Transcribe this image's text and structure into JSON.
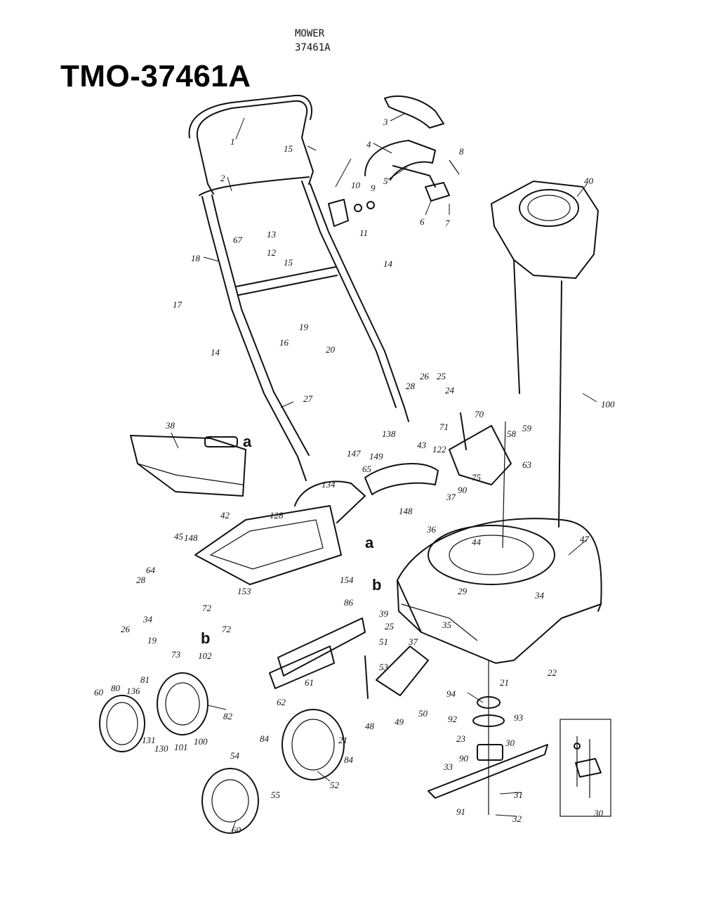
{
  "header": {
    "line1": "MOWER",
    "line2": "37461A"
  },
  "title": "TMO-37461A",
  "callouts": [
    {
      "id": "c1",
      "text": "1"
    },
    {
      "id": "c2",
      "text": "2"
    },
    {
      "id": "c3",
      "text": "3"
    },
    {
      "id": "c4",
      "text": "4"
    },
    {
      "id": "c5",
      "text": "5"
    },
    {
      "id": "c6",
      "text": "6"
    },
    {
      "id": "c7",
      "text": "7"
    },
    {
      "id": "c8",
      "text": "8"
    },
    {
      "id": "c9",
      "text": "9"
    },
    {
      "id": "c10",
      "text": "10"
    },
    {
      "id": "c11",
      "text": "11"
    },
    {
      "id": "c12",
      "text": "12"
    },
    {
      "id": "c13",
      "text": "13"
    },
    {
      "id": "c14a",
      "text": "14"
    },
    {
      "id": "c14b",
      "text": "14"
    },
    {
      "id": "c15a",
      "text": "15"
    },
    {
      "id": "c15b",
      "text": "15"
    },
    {
      "id": "c16",
      "text": "16"
    },
    {
      "id": "c17",
      "text": "17"
    },
    {
      "id": "c18",
      "text": "18"
    },
    {
      "id": "c19a",
      "text": "19"
    },
    {
      "id": "c19b",
      "text": "19"
    },
    {
      "id": "c20",
      "text": "20"
    },
    {
      "id": "c21a",
      "text": "21"
    },
    {
      "id": "c21b",
      "text": "21"
    },
    {
      "id": "c22",
      "text": "22"
    },
    {
      "id": "c23",
      "text": "23"
    },
    {
      "id": "c24",
      "text": "24"
    },
    {
      "id": "c25a",
      "text": "25"
    },
    {
      "id": "c25b",
      "text": "25"
    },
    {
      "id": "c26a",
      "text": "26"
    },
    {
      "id": "c26b",
      "text": "26"
    },
    {
      "id": "c27",
      "text": "27"
    },
    {
      "id": "c28a",
      "text": "28"
    },
    {
      "id": "c28b",
      "text": "28"
    },
    {
      "id": "c29",
      "text": "29"
    },
    {
      "id": "c30a",
      "text": "30"
    },
    {
      "id": "c30b",
      "text": "30"
    },
    {
      "id": "c31",
      "text": "31"
    },
    {
      "id": "c32",
      "text": "32"
    },
    {
      "id": "c33",
      "text": "33"
    },
    {
      "id": "c34a",
      "text": "34"
    },
    {
      "id": "c34b",
      "text": "34"
    },
    {
      "id": "c35",
      "text": "35"
    },
    {
      "id": "c36",
      "text": "36"
    },
    {
      "id": "c37a",
      "text": "37"
    },
    {
      "id": "c37b",
      "text": "37"
    },
    {
      "id": "c38",
      "text": "38"
    },
    {
      "id": "c39",
      "text": "39"
    },
    {
      "id": "c40",
      "text": "40"
    },
    {
      "id": "c42",
      "text": "42"
    },
    {
      "id": "c43",
      "text": "43"
    },
    {
      "id": "c44",
      "text": "44"
    },
    {
      "id": "c45",
      "text": "45"
    },
    {
      "id": "c47",
      "text": "47"
    },
    {
      "id": "c48",
      "text": "48"
    },
    {
      "id": "c49",
      "text": "49"
    },
    {
      "id": "c50",
      "text": "50"
    },
    {
      "id": "c51",
      "text": "51"
    },
    {
      "id": "c52",
      "text": "52"
    },
    {
      "id": "c53",
      "text": "53"
    },
    {
      "id": "c54",
      "text": "54"
    },
    {
      "id": "c55",
      "text": "55"
    },
    {
      "id": "c58",
      "text": "58"
    },
    {
      "id": "c59",
      "text": "59"
    },
    {
      "id": "c60a",
      "text": "60"
    },
    {
      "id": "c60b",
      "text": "60"
    },
    {
      "id": "c61",
      "text": "61"
    },
    {
      "id": "c62",
      "text": "62"
    },
    {
      "id": "c63",
      "text": "63"
    },
    {
      "id": "c64",
      "text": "64"
    },
    {
      "id": "c65",
      "text": "65"
    },
    {
      "id": "c67",
      "text": "67"
    },
    {
      "id": "c70",
      "text": "70"
    },
    {
      "id": "c71",
      "text": "71"
    },
    {
      "id": "c72a",
      "text": "72"
    },
    {
      "id": "c72b",
      "text": "72"
    },
    {
      "id": "c73",
      "text": "73"
    },
    {
      "id": "c75",
      "text": "75"
    },
    {
      "id": "c80",
      "text": "80"
    },
    {
      "id": "c81",
      "text": "81"
    },
    {
      "id": "c82",
      "text": "82"
    },
    {
      "id": "c84a",
      "text": "84"
    },
    {
      "id": "c84b",
      "text": "84"
    },
    {
      "id": "c86",
      "text": "86"
    },
    {
      "id": "c90a",
      "text": "90"
    },
    {
      "id": "c90b",
      "text": "90"
    },
    {
      "id": "c91",
      "text": "91"
    },
    {
      "id": "c92",
      "text": "92"
    },
    {
      "id": "c93",
      "text": "93"
    },
    {
      "id": "c94",
      "text": "94"
    },
    {
      "id": "c100a",
      "text": "100"
    },
    {
      "id": "c100b",
      "text": "100"
    },
    {
      "id": "c101",
      "text": "101"
    },
    {
      "id": "c102",
      "text": "102"
    },
    {
      "id": "c122",
      "text": "122"
    },
    {
      "id": "c128",
      "text": "128"
    },
    {
      "id": "c130",
      "text": "130"
    },
    {
      "id": "c131",
      "text": "131"
    },
    {
      "id": "c134",
      "text": "134"
    },
    {
      "id": "c136",
      "text": "136"
    },
    {
      "id": "c138",
      "text": "138"
    },
    {
      "id": "c147",
      "text": "147"
    },
    {
      "id": "c148a",
      "text": "148"
    },
    {
      "id": "c148b",
      "text": "148"
    },
    {
      "id": "c149",
      "text": "149"
    },
    {
      "id": "c153",
      "text": "153"
    },
    {
      "id": "c154",
      "text": "154"
    }
  ],
  "letter_callouts": [
    {
      "id": "la1",
      "text": "a"
    },
    {
      "id": "la2",
      "text": "a"
    },
    {
      "id": "lb1",
      "text": "b"
    },
    {
      "id": "lb2",
      "text": "b"
    }
  ]
}
